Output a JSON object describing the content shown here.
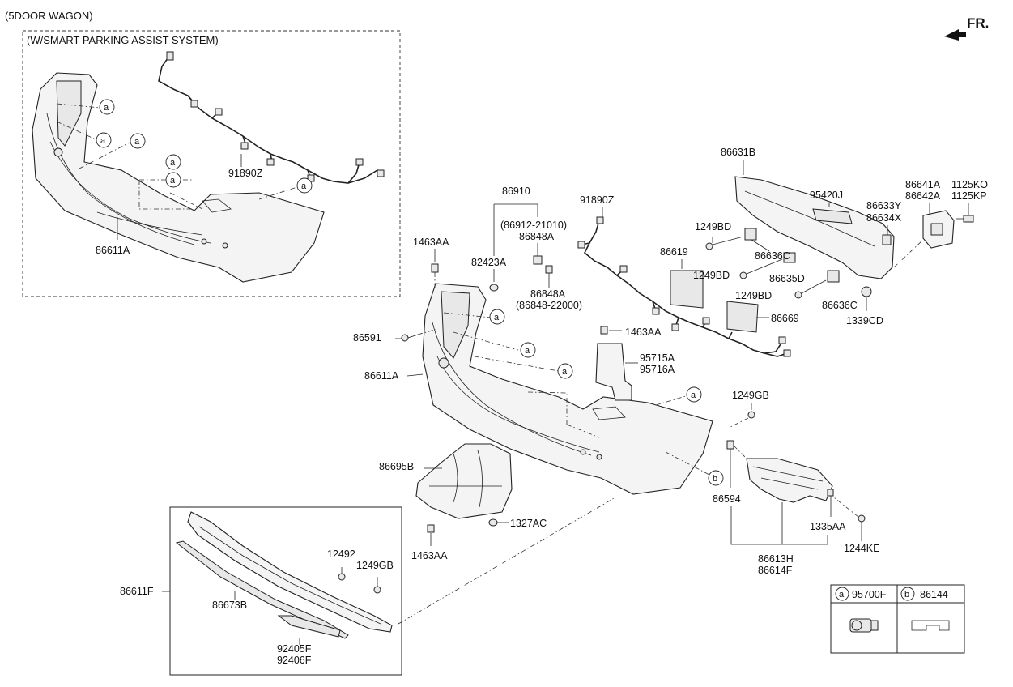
{
  "header": {
    "variant": "(5DOOR WAGON)",
    "front_label": "FR."
  },
  "option_box": {
    "title": "(W/SMART PARKING ASSIST SYSTEM)"
  },
  "callouts": {
    "p86611A_top": "86611A",
    "p91890Z_top": "91890Z",
    "p86910": "86910",
    "p86912": "(86912-21010)",
    "p86848A_1": "86848A",
    "p82423A": "82423A",
    "p86848A_2": "86848A",
    "p86848_22000": "(86848-22000)",
    "p1463AA_1": "1463AA",
    "p86591": "86591",
    "p86611A": "86611A",
    "p91890Z": "91890Z",
    "p86619": "86619",
    "p1249BD_1": "1249BD",
    "p86636C_1": "86636C",
    "p1249BD_2": "1249BD",
    "p86635D": "86635D",
    "p1249BD_3": "1249BD",
    "p86669": "86669",
    "p86636C_2": "86636C",
    "p86631B": "86631B",
    "p95420J": "95420J",
    "p86633Y": "86633Y",
    "p86634X": "86634X",
    "p86641A": "86641A",
    "p86642A": "86642A",
    "p1125KO": "1125KO",
    "p1125KP": "1125KP",
    "p1339CD": "1339CD",
    "p1463AA_2": "1463AA",
    "p95715A": "95715A",
    "p95716A": "95716A",
    "p1249GB_1": "1249GB",
    "p86695B": "86695B",
    "p1327AC": "1327AC",
    "p1463AA_3": "1463AA",
    "p86594": "86594",
    "p1335AA": "1335AA",
    "p1244KE": "1244KE",
    "p86613H": "86613H",
    "p86614F": "86614F",
    "p12492": "12492",
    "p1249GB_2": "1249GB",
    "p86611F": "86611F",
    "p86673B": "86673B",
    "p92405F": "92405F",
    "p92406F": "92406F"
  },
  "ref_markers": {
    "a": "a",
    "b": "b"
  },
  "legend": [
    {
      "marker": "a",
      "part": "95700F",
      "icon": "parking-sensor-icon"
    },
    {
      "marker": "b",
      "part": "86144",
      "icon": "clip-profile-icon"
    }
  ]
}
